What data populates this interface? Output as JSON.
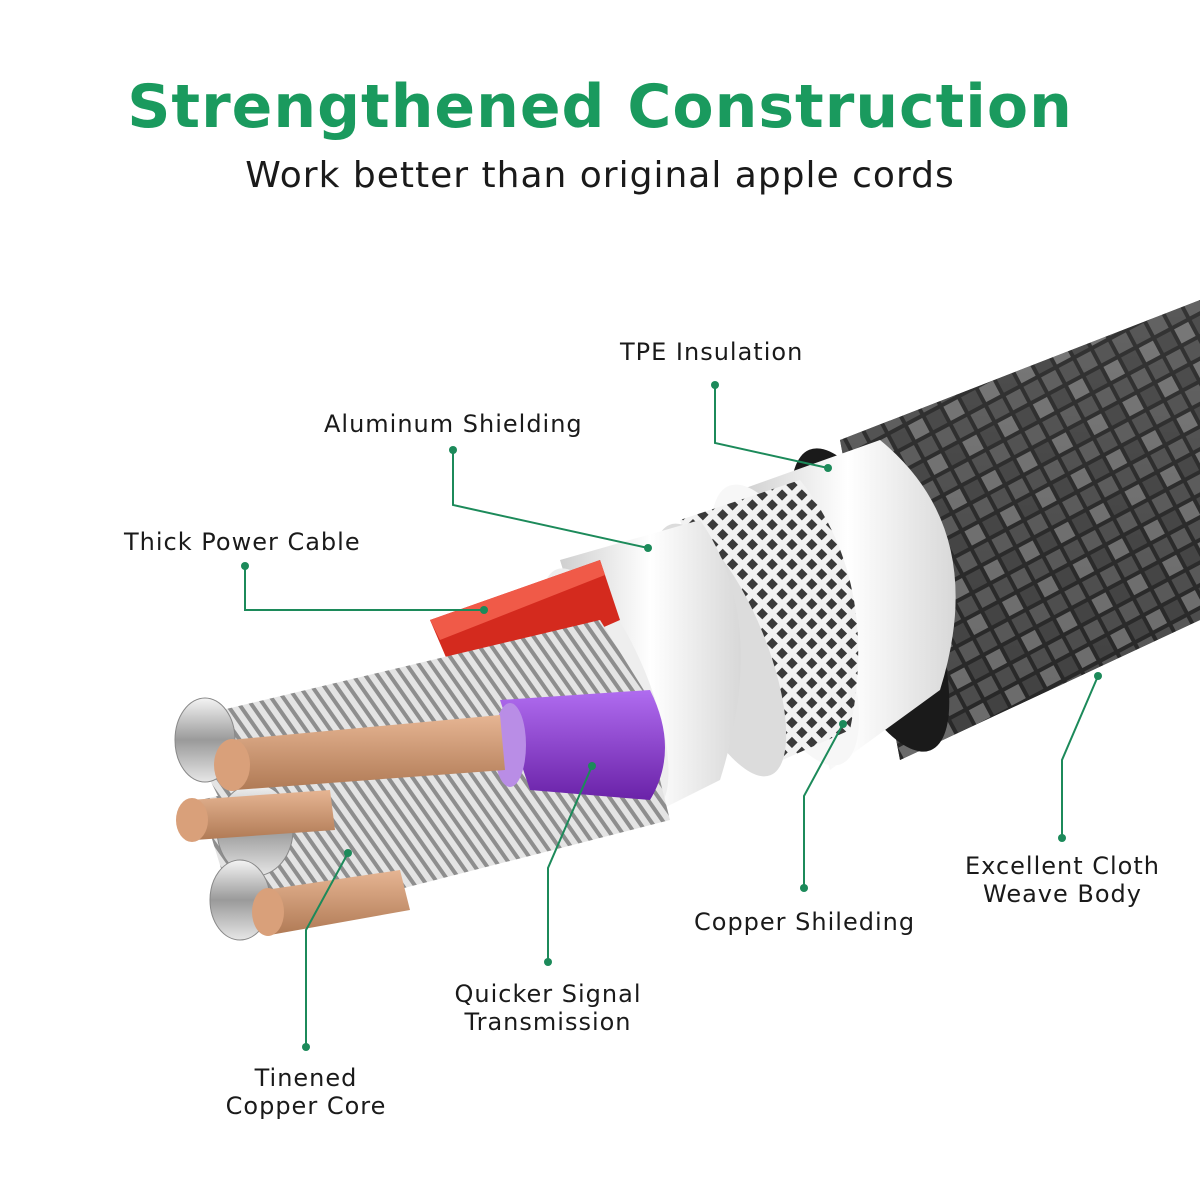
{
  "header": {
    "title": "Strengthened Construction",
    "subtitle": "Work better than original apple cords"
  },
  "callouts": {
    "tpe_insulation": "TPE Insulation",
    "aluminum_shielding": "Aluminum Shielding",
    "thick_power_cable": "Thick Power Cable",
    "cloth_weave_line1": "Excellent Cloth",
    "cloth_weave_line2": "Weave Body",
    "copper_shielding": "Copper Shileding",
    "signal_line1": "Quicker Signal",
    "signal_line2": "Transmission",
    "core_line1": "Tinened",
    "core_line2": "Copper Core"
  },
  "colors": {
    "accent_green": "#1a9a5e",
    "leader_line": "#1c8a5a",
    "power_wire_red": "#d42a1e",
    "signal_wire_purple": "#8a3cc8",
    "copper": "#c9936d",
    "braid_dark": "#2a2a2a"
  }
}
